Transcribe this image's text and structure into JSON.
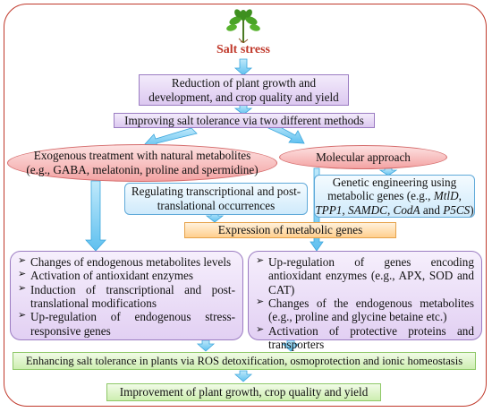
{
  "colors": {
    "frame": "#c0392b",
    "arrow": "#5fc0ef",
    "salt_stress": "#c0392b"
  },
  "title": "Salt stress",
  "nodes": {
    "reduction": "Reduction of plant growth and development, and crop quality and yield",
    "improving": "Improving salt tolerance via two different methods",
    "exogenous_line1": "Exogenous treatment with natural metabolites",
    "exogenous_line2": "(e.g., GABA, melatonin, proline and spermidine)",
    "molecular": "Molecular approach",
    "regulating": "Regulating transcriptional and post-translational occurrences",
    "genetic": {
      "prefix": "Genetic engineering using metabolic genes (e.g., ",
      "gene1": "MtlD",
      "gene2": "TPP1",
      "gene3": "SAMDC",
      "gene4": "CodA",
      "and": " and ",
      "gene5": "P5CS",
      "suffix": ")"
    },
    "expression": "Expression of metabolic genes",
    "enhancing": "Enhancing salt tolerance in plants via ROS detoxification, osmoprotection and ionic homeostasis",
    "improvement": "Improvement of plant growth, crop quality and yield"
  },
  "left_list": [
    "Changes of endogenous metabolites levels",
    "Activation of antioxidant enzymes",
    "Induction of  transcriptional and post-translational modifications",
    "Up-regulation of endogenous stress-responsive genes"
  ],
  "right_list": [
    "Up-regulation of genes encoding antioxidant enzymes (e.g., APX, SOD and CAT)",
    "Changes of the endogenous metabolites (e.g., proline and glycine betaine etc.)",
    "Activation of protective proteins and transporters"
  ]
}
